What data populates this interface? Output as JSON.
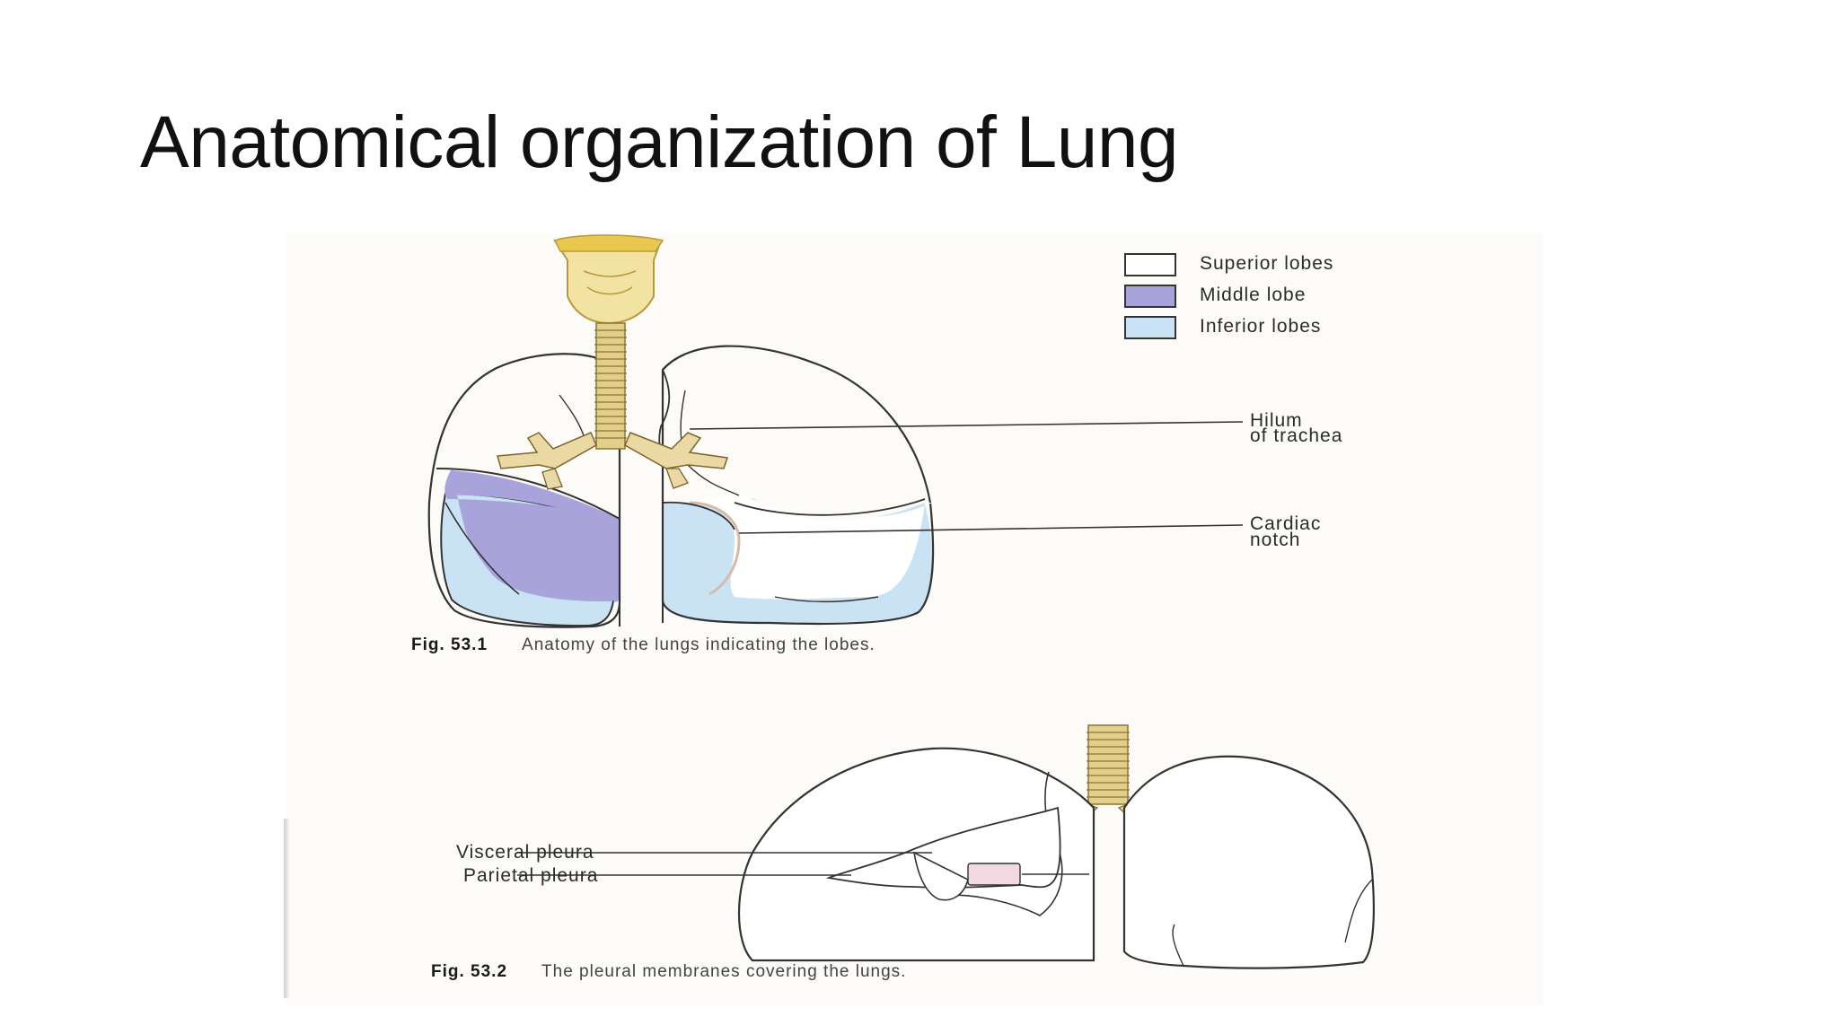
{
  "slide": {
    "title": "Anatomical organization of Lung"
  },
  "figure1": {
    "legend": [
      {
        "label": "Superior lobes",
        "color": "#ffffff"
      },
      {
        "label": "Middle lobe",
        "color": "#a9a3dc"
      },
      {
        "label": "Inferior lobes",
        "color": "#c9e3f5"
      }
    ],
    "labels": {
      "hilum_line1": "Hilum",
      "hilum_line2": "of trachea",
      "cardiac_line1": "Cardiac",
      "cardiac_line2": "notch"
    },
    "caption_num": "Fig. 53.1",
    "caption_text": "Anatomy of the lungs indicating the lobes."
  },
  "figure2": {
    "labels": {
      "visceral": "Visceral pleura",
      "parietal": "Parietal pleura"
    },
    "caption_num": "Fig. 53.2",
    "caption_text": "The pleural membranes covering the lungs."
  },
  "colors": {
    "middle_lobe": "#a9a3dc",
    "inferior_lobe": "#c9e3f5",
    "trachea": "#e3cf8c",
    "larynx": "#f2e3a3"
  }
}
